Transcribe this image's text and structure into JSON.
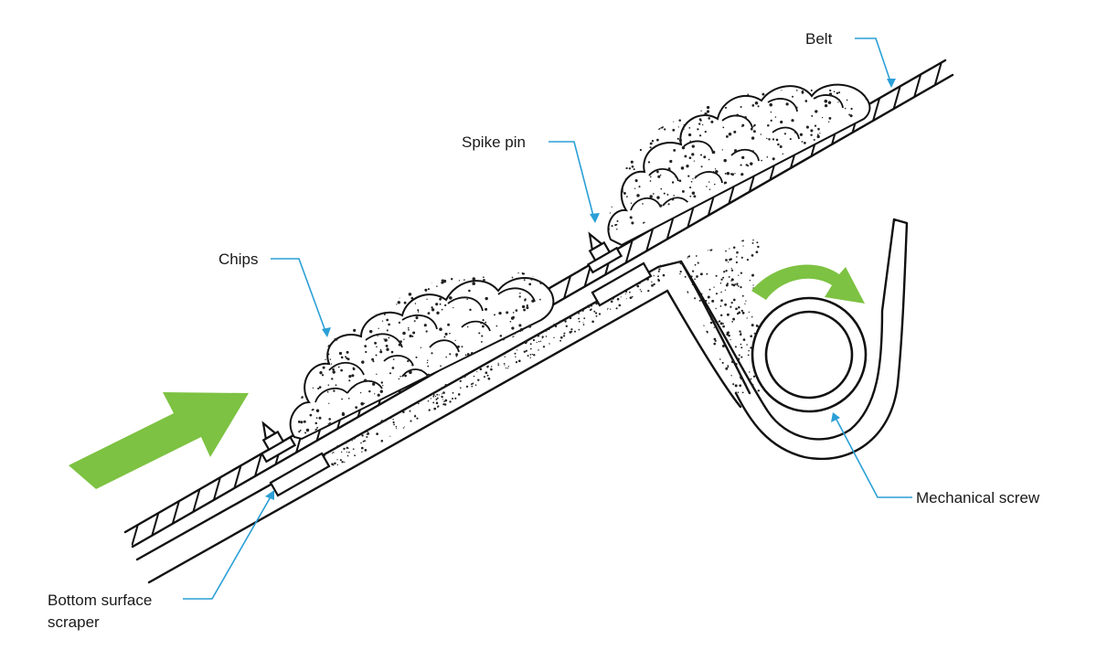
{
  "labels": {
    "belt": "Belt",
    "spike_pin": "Spike pin",
    "chips": "Chips",
    "mechanical_screw": "Mechanical screw",
    "bottom_scraper_line1": "Bottom surface",
    "bottom_scraper_line2": "scraper"
  },
  "colors": {
    "arrow_green": "#7dc242",
    "leader_blue": "#2a9fd6",
    "ink": "#111111"
  },
  "icons": {
    "feed_direction": "green-arrow-right-up",
    "rotation": "green-curved-arrow-clockwise"
  }
}
